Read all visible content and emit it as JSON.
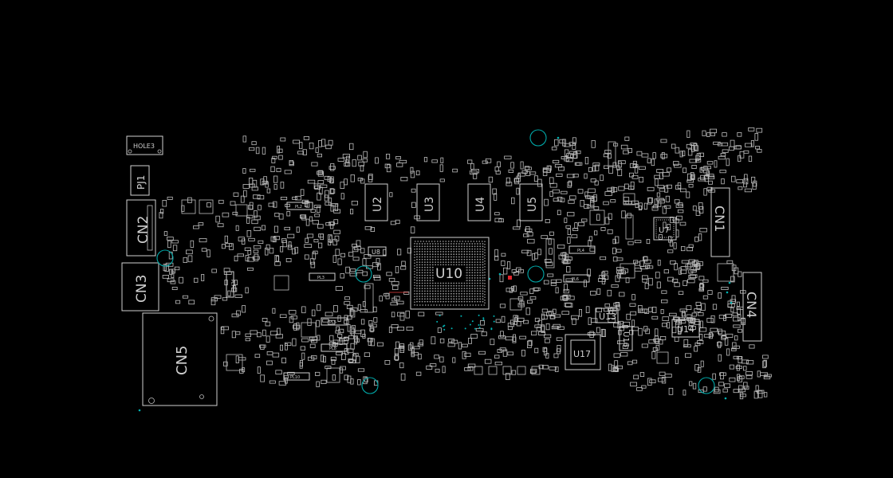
{
  "board": {
    "background": "#000000",
    "outline_color": "#d0d0d0",
    "via_color": "#00a7a7",
    "marker_color": "#e0242b"
  },
  "labels": {
    "hole3": "HOLE3",
    "pj1": "PJ1",
    "cn2": "CN2",
    "cn3": "CN3",
    "cn5": "CN5",
    "cn1": "CN1",
    "cn4": "CN4",
    "u2": "U2",
    "u3": "U3",
    "u4": "U4",
    "u5": "U5",
    "u10": "U10",
    "u8": "U8",
    "u7": "U7",
    "u13": "U13",
    "u14": "U14",
    "u16": "U16",
    "u17": "U17",
    "pl2": "PL2",
    "pl3": "PL3",
    "pl4": "PL4",
    "pl5": "PL5",
    "pl6": "PL6",
    "pl7": "PL7",
    "pl8": "PL8",
    "pl10": "PL10"
  }
}
